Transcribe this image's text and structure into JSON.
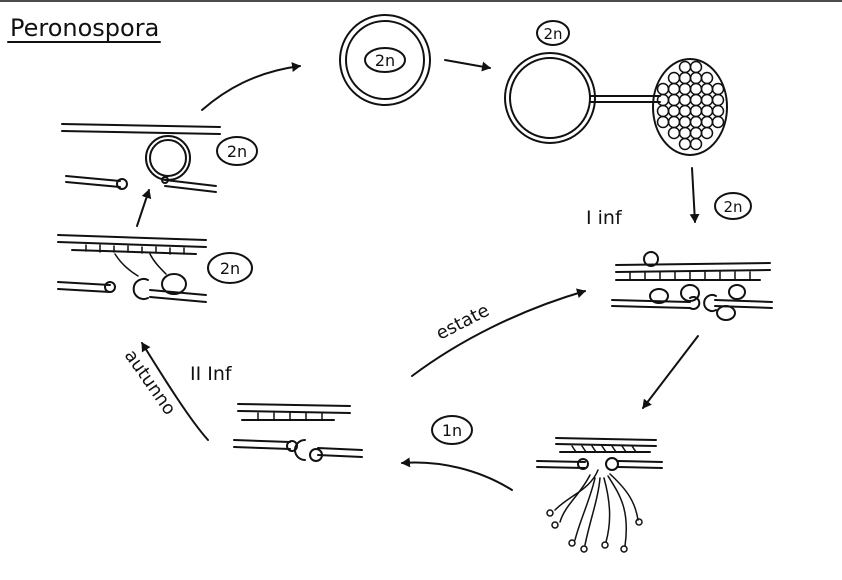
{
  "title": "Peronospora",
  "ploidy_labels": {
    "oospore": "2n",
    "germ_oospore": "2n",
    "first_infection": "2n",
    "oogonium_stage": "2n",
    "antheridium_stage": "2n",
    "second_cycle": "1n"
  },
  "stages": {
    "first_infection": "I inf",
    "second_infection": "II Inf"
  },
  "seasons": {
    "summer": "estate",
    "autumn": "autunno"
  }
}
